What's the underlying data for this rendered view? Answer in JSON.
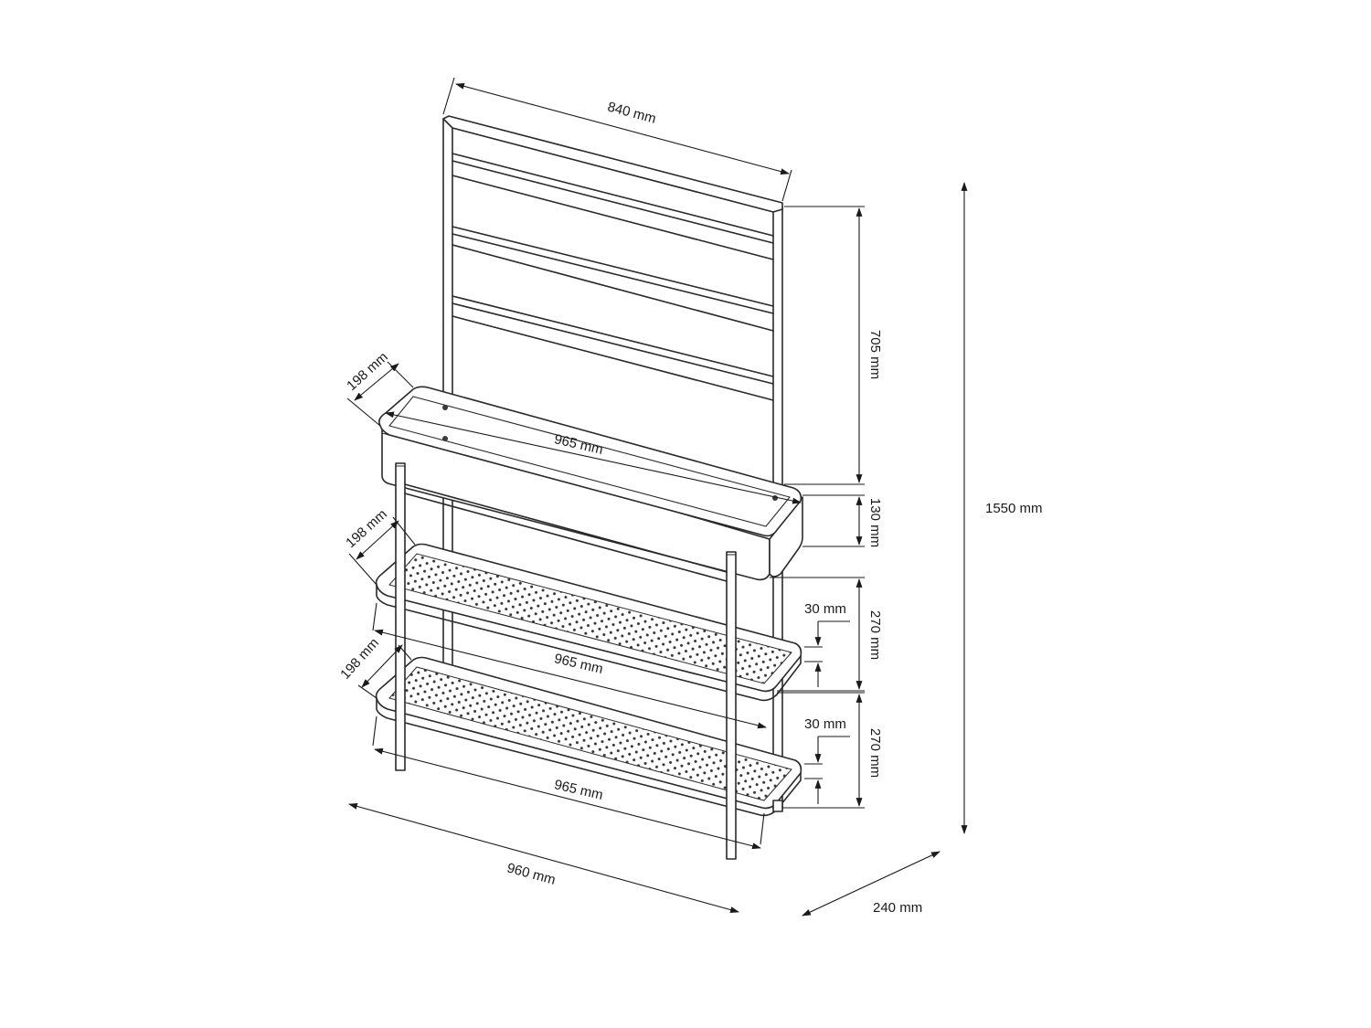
{
  "dimensions": {
    "trellis_width": "840 mm",
    "trellis_height": "705 mm",
    "planter_height": "130 mm",
    "shelf_gap_1": "270 mm",
    "shelf_gap_2": "270 mm",
    "total_height": "1550 mm",
    "planter_depth": "198 mm",
    "planter_length": "965 mm",
    "shelf1_depth": "198 mm",
    "shelf1_length": "965 mm",
    "shelf1_lip": "30 mm",
    "shelf2_depth": "198 mm",
    "shelf2_length": "965 mm",
    "shelf2_lip": "30 mm",
    "base_width": "960 mm",
    "base_depth": "240 mm"
  },
  "colors": {
    "line": "#2a2a2a",
    "background": "#ffffff"
  }
}
